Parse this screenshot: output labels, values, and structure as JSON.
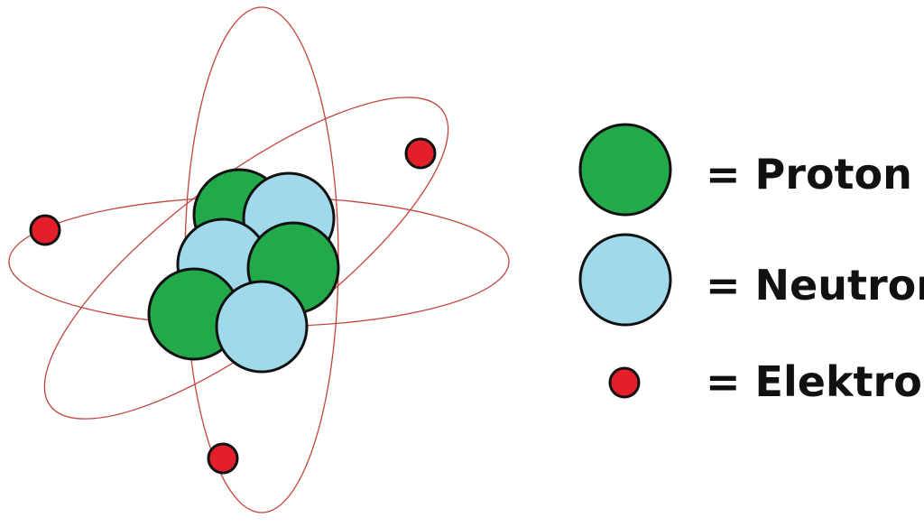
{
  "legend": {
    "proton": "= Proton",
    "neutron": "= Neutron",
    "electron": "= Elektron"
  },
  "colors": {
    "proton": "#22a94a",
    "neutron": "#9fd9ea",
    "electron": "#e3202a",
    "orbit": "#c2443f",
    "outline": "#111111"
  }
}
